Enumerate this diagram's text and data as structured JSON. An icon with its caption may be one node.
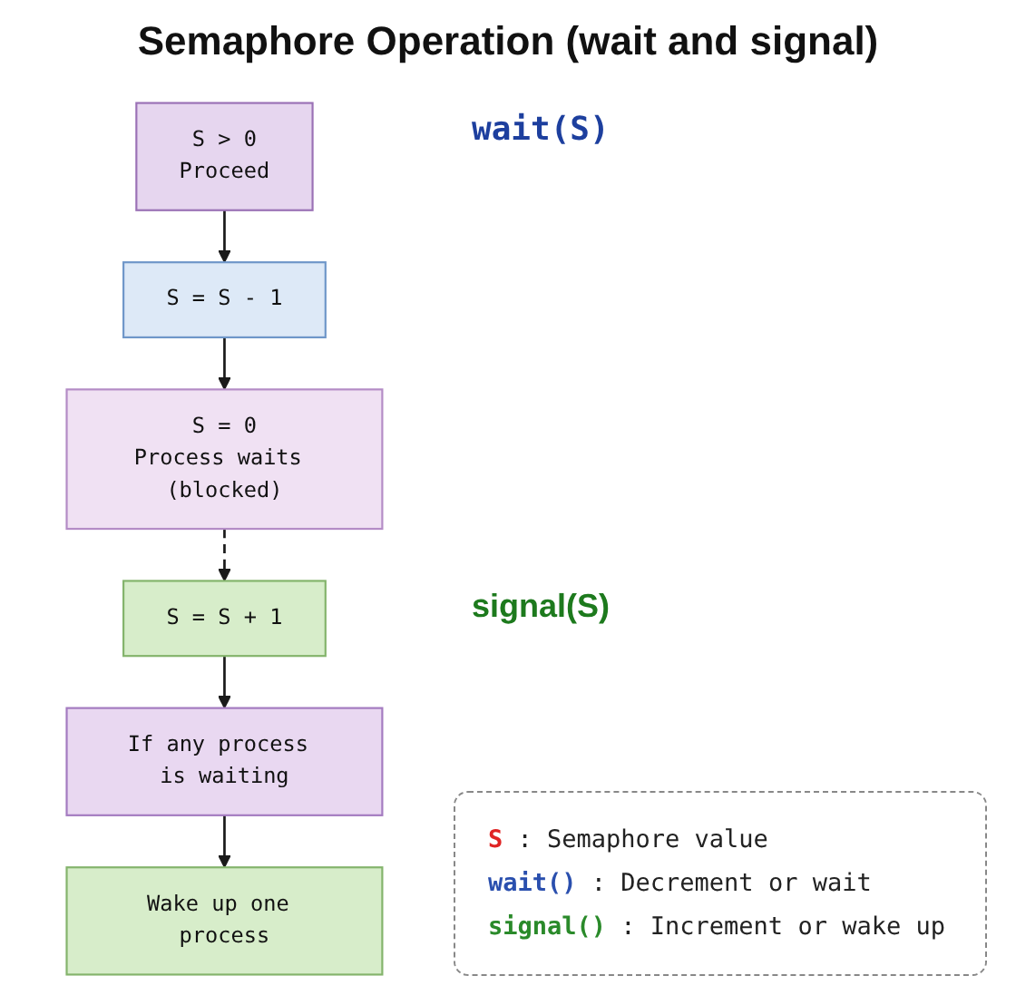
{
  "diagram": {
    "title": "Semaphore Operation (wait and signal)",
    "nodes": [
      {
        "text": [
          "S > 0",
          "Proceed"
        ]
      },
      {
        "text": [
          "S = S - 1"
        ]
      },
      {
        "text": [
          "S = 0",
          "Process waits (blocked)"
        ]
      },
      {
        "text": [
          "S = S + 1"
        ]
      },
      {
        "text": [
          "If any process is waiting"
        ]
      },
      {
        "text": [
          "Wake up one process"
        ]
      }
    ],
    "edges": [
      {
        "from": 0,
        "to": 1,
        "arrow": "to"
      },
      {
        "from": 1,
        "to": 2,
        "arrow": "to"
      },
      {
        "from": 2,
        "to": 3,
        "arrow": "to",
        "style": "dashed"
      },
      {
        "from": 3,
        "to": 4,
        "arrow": "to"
      },
      {
        "from": 4,
        "to": 5,
        "arrow": "to"
      }
    ],
    "labels": [
      "wait(S)",
      "signal(S)",
      "S : Semaphore value",
      "wait() : Decrement or wait",
      "signal() : Increment or wake up"
    ]
  }
}
